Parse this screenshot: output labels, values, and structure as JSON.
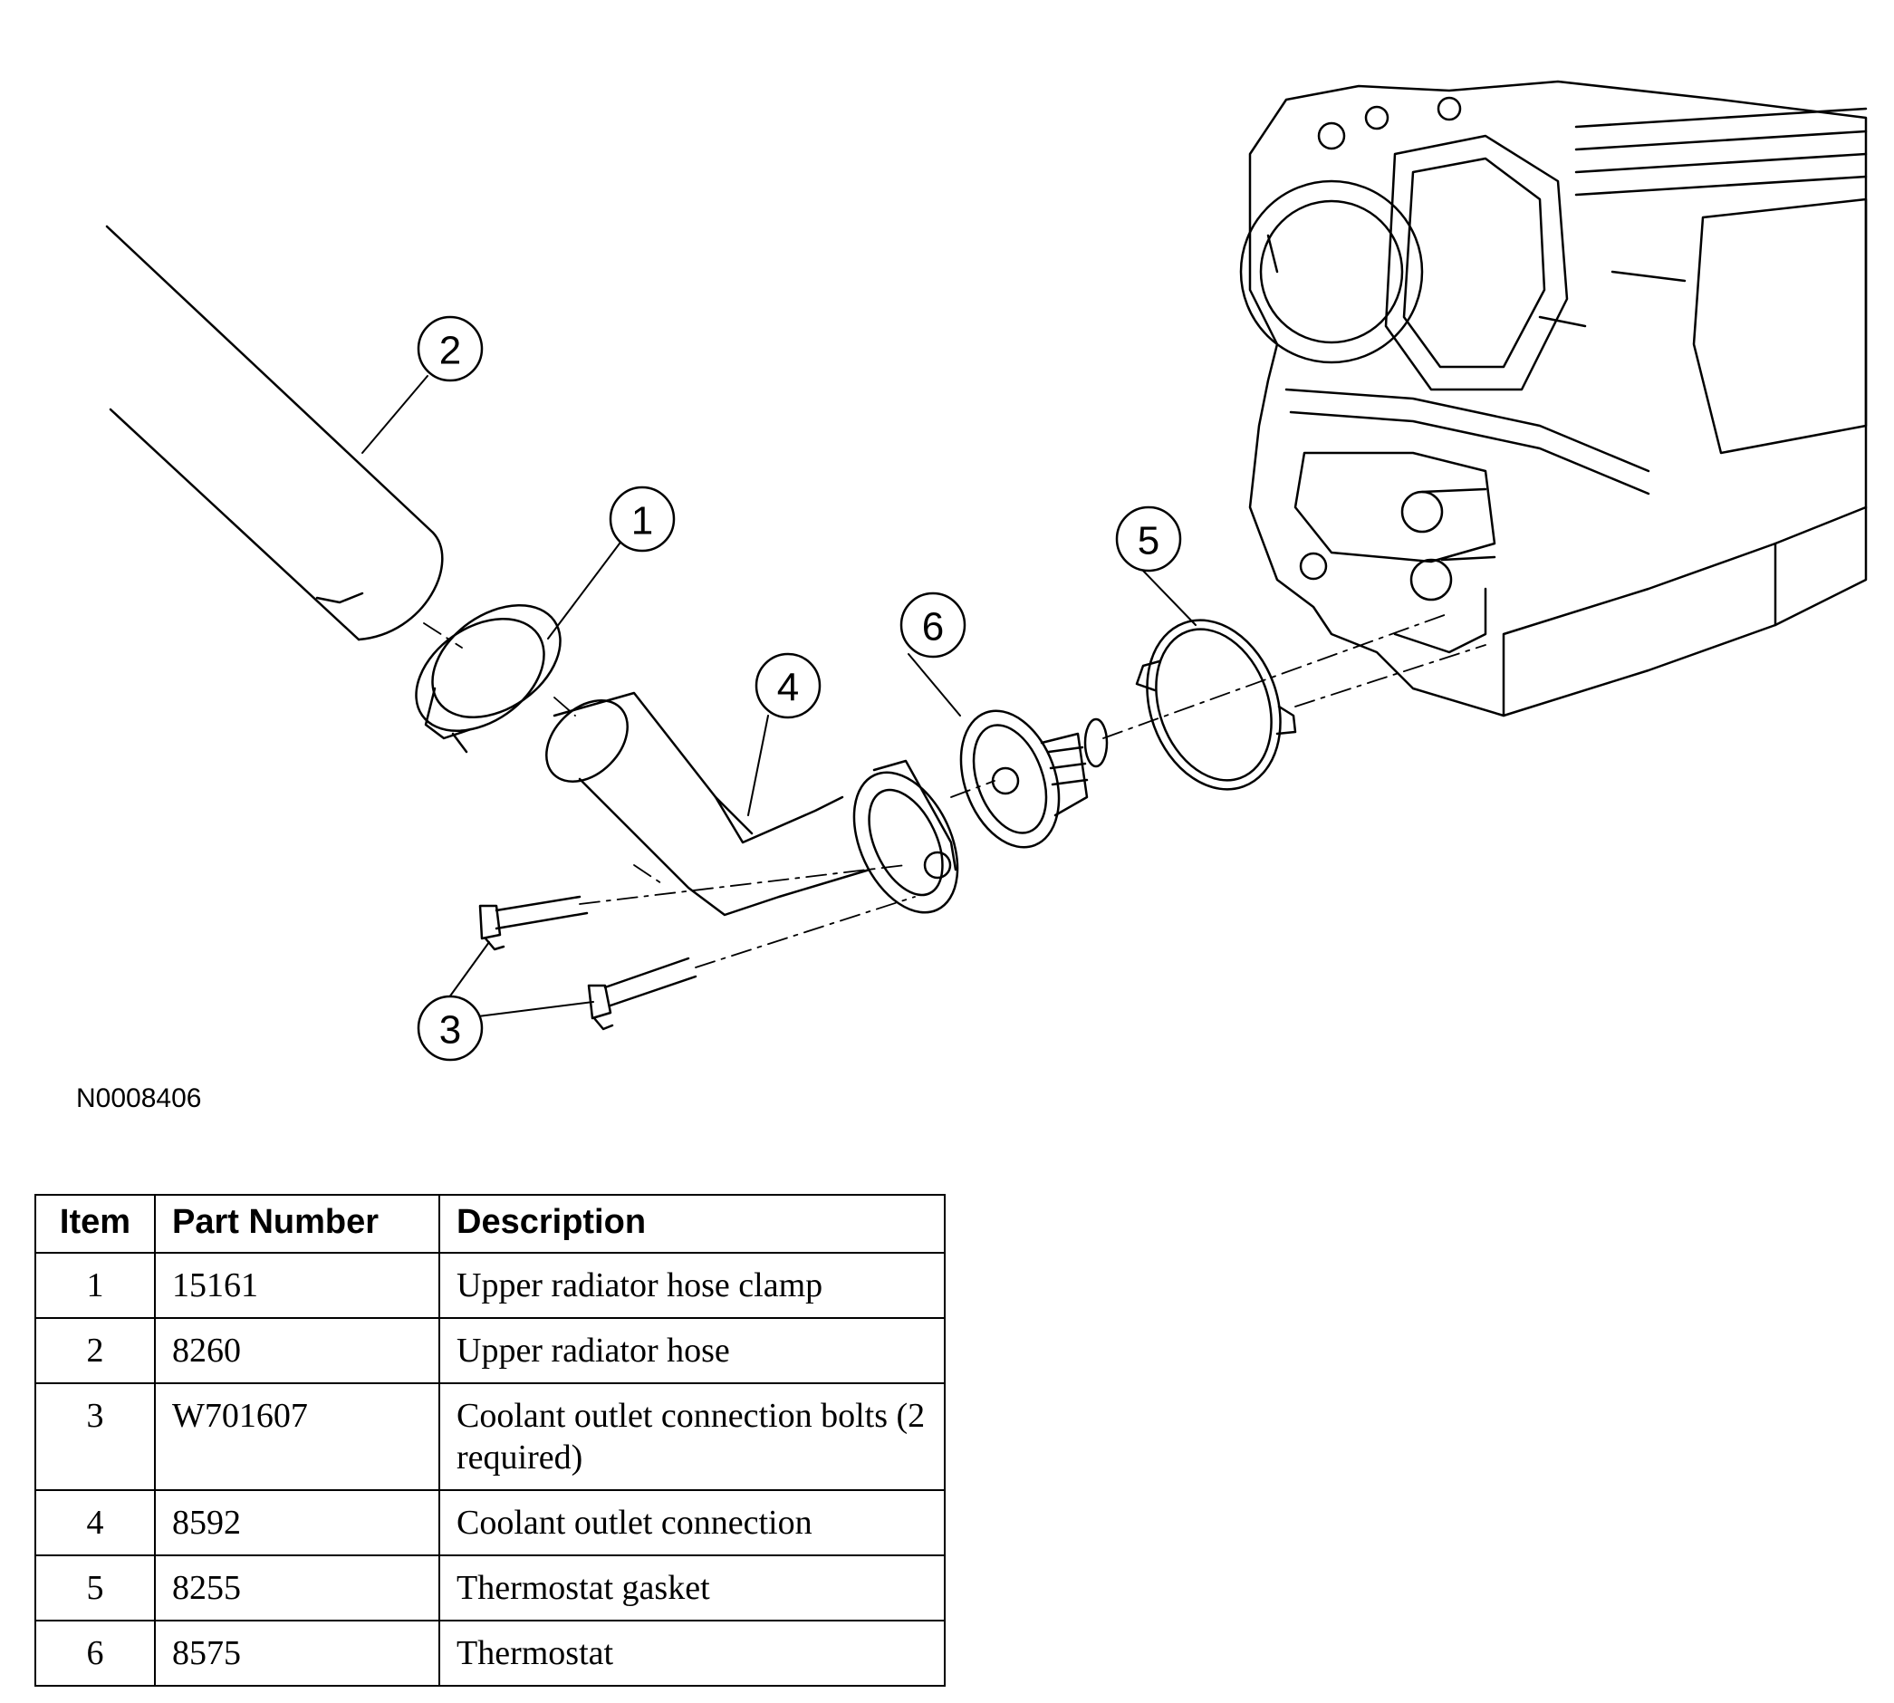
{
  "figure_id": "N0008406",
  "callouts": [
    {
      "label": "1"
    },
    {
      "label": "2"
    },
    {
      "label": "3"
    },
    {
      "label": "4"
    },
    {
      "label": "5"
    },
    {
      "label": "6"
    }
  ],
  "table": {
    "headers": {
      "item": "Item",
      "part_number": "Part Number",
      "description": "Description"
    },
    "rows": [
      {
        "item": "1",
        "part_number": "15161",
        "description": "Upper radiator hose clamp"
      },
      {
        "item": "2",
        "part_number": "8260",
        "description": "Upper radiator hose"
      },
      {
        "item": "3",
        "part_number": "W701607",
        "description": "Coolant outlet connection bolts (2 required)"
      },
      {
        "item": "4",
        "part_number": "8592",
        "description": "Coolant outlet connection"
      },
      {
        "item": "5",
        "part_number": "8255",
        "description": "Thermostat gasket"
      },
      {
        "item": "6",
        "part_number": "8575",
        "description": "Thermostat"
      }
    ]
  }
}
